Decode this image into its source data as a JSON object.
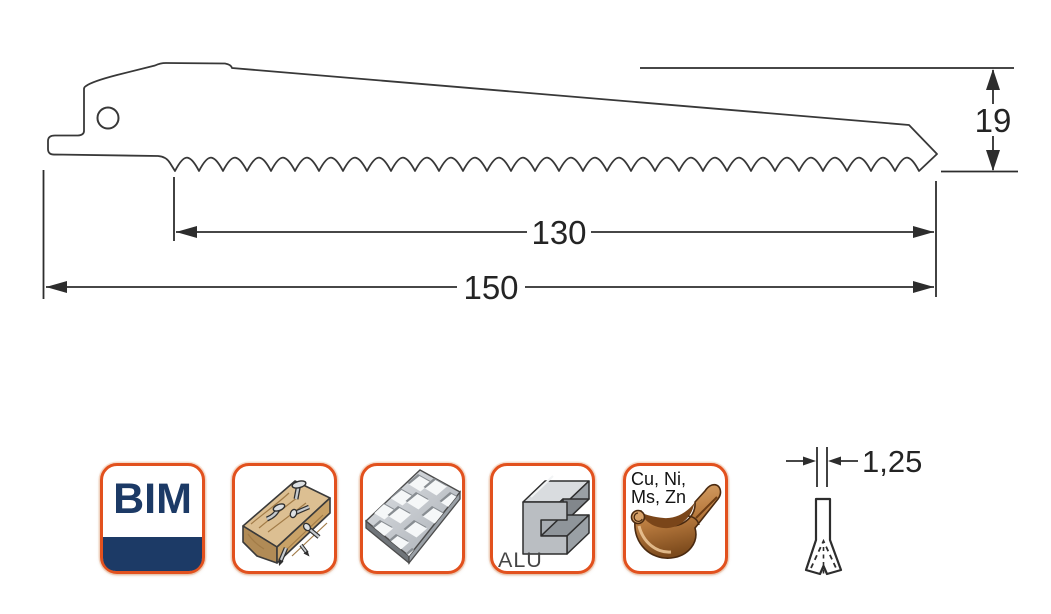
{
  "drawing": {
    "dimensions": {
      "blade_height": "19",
      "teeth_length": "130",
      "total_length": "150",
      "blade_thickness": "1,25"
    }
  },
  "material_icons": {
    "bim_label": "BIM",
    "alu_label": "ALU",
    "metals_label_line1": "Cu, Ni,",
    "metals_label_line2": "Ms, Zn",
    "names": [
      "bim-bimetal-icon",
      "wood-with-nails-icon",
      "perforated-sheet-metal-icon",
      "aluminium-profile-icon",
      "non-ferrous-metals-gutter-icon"
    ]
  },
  "colors": {
    "accent_orange": "#e2511e",
    "navy_blue": "#1c3a66",
    "line_dark": "#2d2d2d",
    "wood_tan": "#dcbf92",
    "metal_gray": "#b9bec3",
    "copper_brown": "#b87a3e"
  }
}
